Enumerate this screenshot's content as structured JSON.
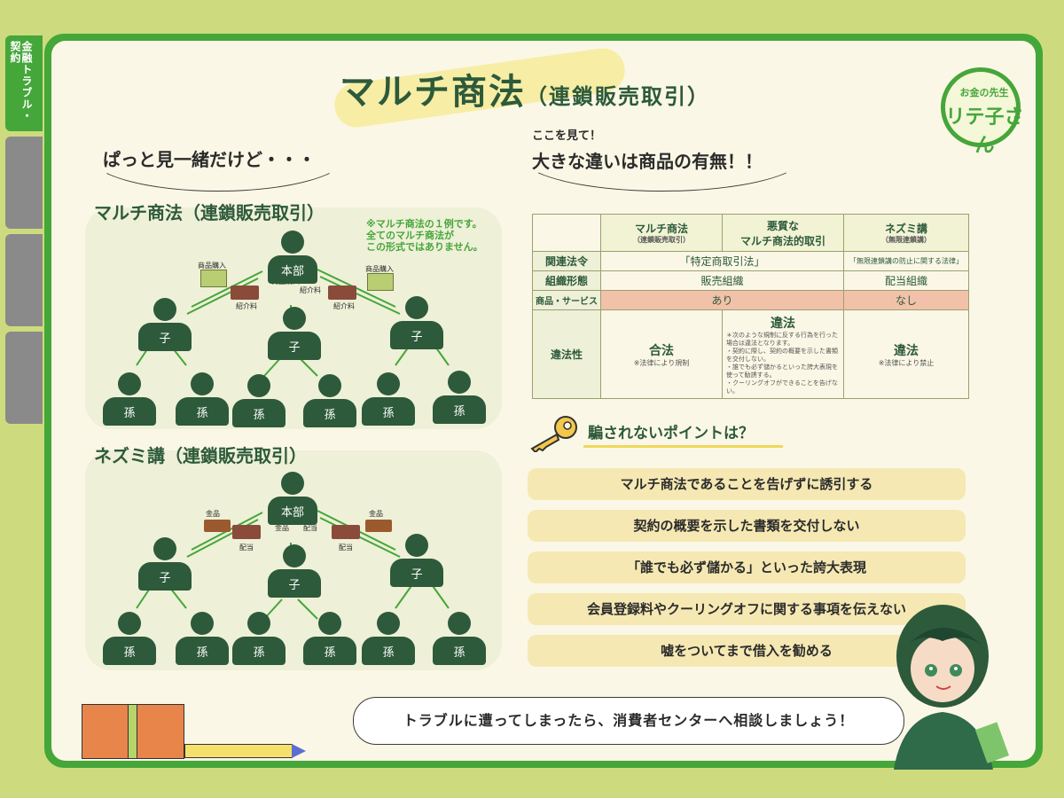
{
  "side_tabs": [
    {
      "label": "金融トラブル・契約",
      "active": true
    },
    {
      "label": "",
      "active": false
    },
    {
      "label": "",
      "active": false
    },
    {
      "label": "",
      "active": false
    }
  ],
  "title": {
    "main": "マルチ商法",
    "sub": "（連鎖販売取引）"
  },
  "logo": {
    "small": "お金の先生",
    "big": "リテ子さん"
  },
  "left": {
    "lead": "ぱっと見一緒だけど・・・",
    "multi_label": "マルチ商法（連鎖販売取引）",
    "multi_note": "※マルチ商法の１例です。\n全てのマルチ商法が\nこの形式ではありません。",
    "nezumi_label": "ネズミ講（連鎖販売取引）",
    "hq": "本部",
    "child": "子",
    "grandchild": "孫",
    "buy_label": "商品購入",
    "intro_fee": "紹介料",
    "money_label": "金品",
    "dividend": "配当"
  },
  "right": {
    "hint_small": "ここを見て！",
    "hint_big": "大きな違いは商品の有無！！"
  },
  "table": {
    "headers": [
      {
        "title": "マルチ商法",
        "sub": "（連鎖販売取引）"
      },
      {
        "title": "悪質な",
        "sub": "マルチ商法的取引"
      },
      {
        "title": "ネズミ講",
        "sub": "（無限連鎖講）"
      }
    ],
    "rows": [
      {
        "label": "関連法令",
        "merged": "「特定商取引法」",
        "last": "「無限連鎖講の防止に関する法律」"
      },
      {
        "label": "組織形態",
        "merged": "販売組織",
        "last": "配当組織"
      },
      {
        "label": "商品・サービス",
        "merged": "あり",
        "last": "なし"
      }
    ],
    "legality": {
      "label": "違法性",
      "c1_title": "合法",
      "c1_note": "※法律により規制",
      "c2_title": "違法",
      "c2_note": "＊次のような規制に反する行為を行った場合は違法となります。\n・契約に際し、契約の概要を示した書類を交付しない。\n・誰でも必ず儲かるといった誇大表現を使って勧誘する。\n・クーリングオフができることを告げない。",
      "c3_title": "違法",
      "c3_note": "※法律により禁止"
    }
  },
  "points_title": "騙されないポイントは？",
  "points": [
    "マルチ商法であることを告げずに誘引する",
    "契約の概要を示した書類を交付しない",
    "「誰でも必ず儲かる」といった誇大表現",
    "会員登録料やクーリングオフに関する事項を伝えない",
    "嘘をついてまで借入を勧める"
  ],
  "consult": "トラブルに遭ってしまったら、消費者センターへ相談しましょう！",
  "colors": {
    "brand_green": "#45a63a",
    "dark_green": "#2d5a3b",
    "cream": "#fbf7e6",
    "pink": "#f2c1a9",
    "point_bg": "#f5e8b3"
  }
}
